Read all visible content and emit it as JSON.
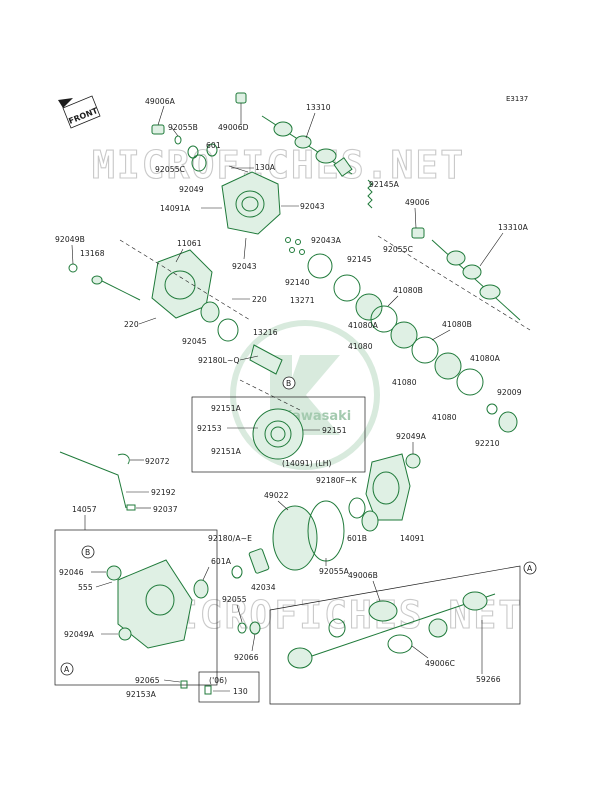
{
  "diagram_code": "E3137",
  "front_label": "FRONT",
  "watermark_text": "MICROFICHES.NET",
  "logo_text": "Kawasaki",
  "accent_color": "#1f7a3a",
  "callouts": {
    "p49006A": "49006A",
    "p92055B": "92055B",
    "p601": "601",
    "p92055C_a": "92055C",
    "p92049": "92049",
    "p14091A": "14091A",
    "p49006D": "49006D",
    "p13310": "13310",
    "p130A": "130A",
    "p92145A": "92145A",
    "p92043_a": "92043",
    "p92043_b": "92043",
    "p49006": "49006",
    "p92055C_b": "92055C",
    "p13310A": "13310A",
    "p92043A": "92043A",
    "p92145": "92145",
    "p92140": "92140",
    "p13271": "13271",
    "p41080A_a": "41080A",
    "p41080B_a": "41080B",
    "p41080_a": "41080",
    "p41080B_b": "41080B",
    "p41080_b": "41080",
    "p41080A_b": "41080A",
    "p41080_c": "41080",
    "p92009": "92009",
    "p92210": "92210",
    "p92049B": "92049B",
    "p13168": "13168",
    "p11061": "11061",
    "p220_a": "220",
    "p220_b": "220",
    "p92045": "92045",
    "p13216": "13216",
    "p92180LQ": "92180L~Q",
    "pB_a": "B",
    "p92151A_a": "92151A",
    "p92153_a": "92153",
    "p92151": "92151",
    "p92151A_b": "92151A",
    "p14091LH": "(14091)  (LH)",
    "p92049A_a": "92049A",
    "p92180FK": "92180F~K",
    "p92072": "92072",
    "p92192": "92192",
    "p92037": "92037",
    "p14057": "14057",
    "pB_b": "B",
    "p92046": "92046",
    "p555": "555",
    "p92049A_b": "92049A",
    "pA_a": "A",
    "p49022": "49022",
    "p601B": "601B",
    "p14091": "14091",
    "p92180AE": "92180/A~E",
    "p601A": "601A",
    "p42034": "42034",
    "p92055A": "92055A",
    "p92055": "92055",
    "p92066": "92066",
    "p49006B": "49006B",
    "pA_b": "A",
    "p49006C": "49006C",
    "p59266": "59266",
    "p92065": "92065",
    "p92153A": "92153A",
    "p06": "('06)",
    "p130": "130"
  }
}
